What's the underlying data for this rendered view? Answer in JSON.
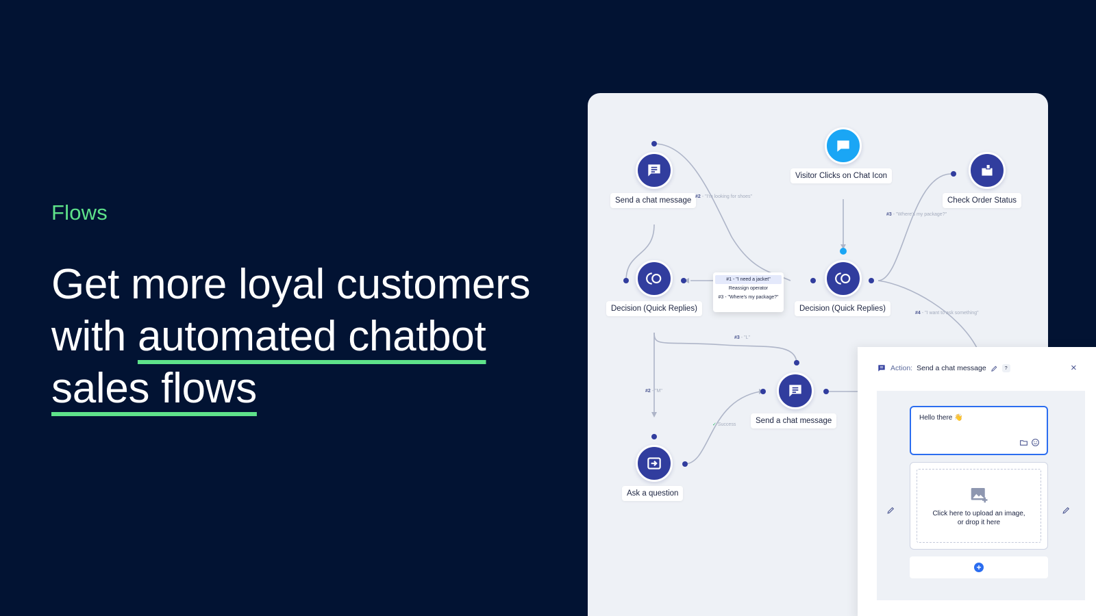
{
  "hero": {
    "eyebrow": "Flows",
    "headline_line1": "Get more loyal customers",
    "headline_with": "with ",
    "headline_highlight_1": "automated chatbot",
    "headline_highlight_2": "sales flows"
  },
  "flow": {
    "nodes": {
      "send_top": "Send a chat message",
      "trigger": "Visitor Clicks on Chat Icon",
      "check_order": "Check Order Status",
      "decision_left": "Decision (Quick Replies)",
      "decision_right": "Decision (Quick Replies)",
      "send_mid": "Send a chat message",
      "ask_question": "Ask a question"
    },
    "edges": {
      "e1_num": "#2",
      "e1_text": "- \"I'm looking for shoes\"",
      "e2_num": "#3",
      "e2_text": "- \"Where's my package?\"",
      "e3_num": "#4",
      "e3_text": "- \"I want to ask something\"",
      "e4_num": "#3",
      "e4_text": "- \"L\"",
      "e5_num": "#2",
      "e5_text": "- \"M\"",
      "e6_text": "Success"
    },
    "quick_replies": [
      "#1 - \"I need a jacket\"",
      "Reassign operator",
      "#3 - \"Where's my package?\""
    ]
  },
  "panel": {
    "action_label": "Action:",
    "action_name": "Send a chat message",
    "help": "?",
    "close": "×",
    "message_text": "Hello there 👋",
    "upload_line1": "Click here to upload an image,",
    "upload_line2": "or drop it here",
    "add": "+"
  },
  "colors": {
    "background": "#021333",
    "accent_green": "#5ee28a",
    "node_blue": "#313d9e",
    "trigger_blue": "#1aa6f5",
    "canvas": "#eef1f6",
    "primary_blue": "#2b6df0"
  }
}
